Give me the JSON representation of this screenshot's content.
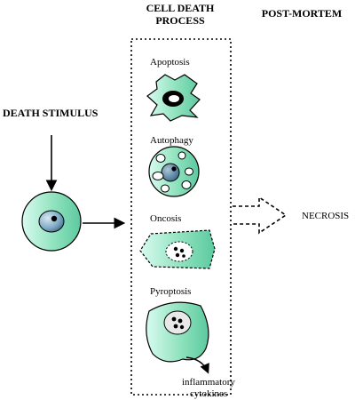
{
  "headings": {
    "cell_death_process_line1": "CELL DEATH",
    "cell_death_process_line2": "PROCESS",
    "post_mortem": "POST-MORTEM",
    "death_stimulus": "DEATH STIMULUS"
  },
  "processes": [
    {
      "label": "Apoptosis"
    },
    {
      "label": "Autophagy"
    },
    {
      "label": "Oncosis"
    },
    {
      "label": "Pyroptosis"
    }
  ],
  "outcome": "NECROSIS",
  "inflammatory_label_line1": "inflammatory",
  "inflammatory_label_line2": "cytokines",
  "colors": {
    "cell_fill_start": "#bff5e0",
    "cell_fill_end": "#74d4a8",
    "nucleus": "#2f6f8f",
    "stroke": "#000000"
  }
}
